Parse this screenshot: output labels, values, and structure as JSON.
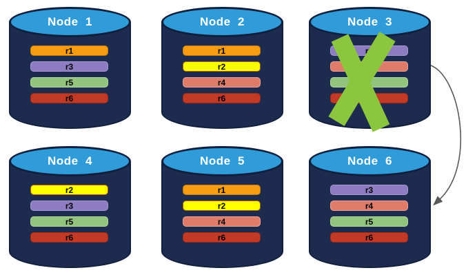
{
  "colors": {
    "background": "#FFFFFF",
    "cylinder_body": "#1C2B4E",
    "cylinder_outline": "#111F3E",
    "cylinder_top": "#2F9CD9",
    "node_label_text": "#FFFFFF",
    "shard_label_text": "#000000",
    "x_mark": "#8CC63F",
    "arrow": "#595959"
  },
  "nodes": [
    {
      "label": "Node  1",
      "failed": false,
      "shards": [
        {
          "label": "r1",
          "color": "#F89C14",
          "border": "#C87E00"
        },
        {
          "label": "r3",
          "color": "#8E7CC3",
          "border": "#A79AD1"
        },
        {
          "label": "r5",
          "color": "#93C47D",
          "border": "#AFD69C"
        },
        {
          "label": "r6",
          "color": "#C23A25",
          "border": "#9C2A18"
        }
      ]
    },
    {
      "label": "Node  2",
      "failed": false,
      "shards": [
        {
          "label": "r1",
          "color": "#F89C14",
          "border": "#C87E00"
        },
        {
          "label": "r2",
          "color": "#FDFF00",
          "border": "#B45F06"
        },
        {
          "label": "r4",
          "color": "#DF7B69",
          "border": "#EBA396"
        },
        {
          "label": "r6",
          "color": "#C23A25",
          "border": "#9C2A18"
        }
      ]
    },
    {
      "label": "Node  3",
      "failed": true,
      "shards": [
        {
          "label": "r3",
          "color": "#8E7CC3",
          "border": "#A79AD1"
        },
        {
          "label": "",
          "color": "#DF7B69",
          "border": "#EBA396"
        },
        {
          "label": "",
          "color": "#93C47D",
          "border": "#AFD69C"
        },
        {
          "label": "",
          "color": "#C23A25",
          "border": "#9C2A18"
        }
      ]
    },
    {
      "label": "Node  4",
      "failed": false,
      "shards": [
        {
          "label": "r2",
          "color": "#FDFF00",
          "border": "#B45F06"
        },
        {
          "label": "r3",
          "color": "#8E7CC3",
          "border": "#A79AD1"
        },
        {
          "label": "r5",
          "color": "#93C47D",
          "border": "#AFD69C"
        },
        {
          "label": "r6",
          "color": "#C23A25",
          "border": "#9C2A18"
        }
      ]
    },
    {
      "label": "Node  5",
      "failed": false,
      "shards": [
        {
          "label": "r1",
          "color": "#F89C14",
          "border": "#C87E00"
        },
        {
          "label": "r2",
          "color": "#FDFF00",
          "border": "#B45F06"
        },
        {
          "label": "r4",
          "color": "#DF7B69",
          "border": "#EBA396"
        },
        {
          "label": "r6",
          "color": "#C23A25",
          "border": "#9C2A18"
        }
      ]
    },
    {
      "label": "Node  6",
      "failed": false,
      "shards": [
        {
          "label": "r3",
          "color": "#8E7CC3",
          "border": "#A79AD1"
        },
        {
          "label": "r4",
          "color": "#DF7B69",
          "border": "#EBA396"
        },
        {
          "label": "r5",
          "color": "#93C47D",
          "border": "#AFD69C"
        },
        {
          "label": "r6",
          "color": "#C23A25",
          "border": "#9C2A18"
        }
      ]
    }
  ],
  "arrow": {
    "from": "Node 3",
    "to": "Node 6"
  }
}
